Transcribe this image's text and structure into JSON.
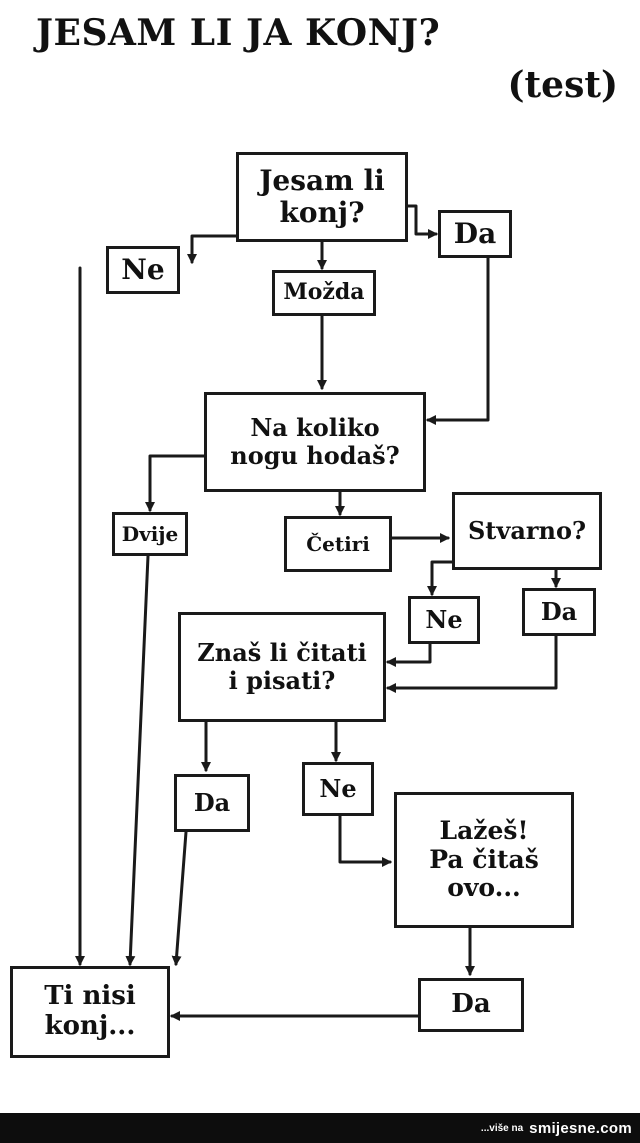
{
  "title": "JESAM LI JA KONJ?",
  "subtitle": "(test)",
  "nodes": {
    "jesam_li_konj": "Jesam li\nkonj?",
    "ne_1": "Ne",
    "da_1": "Da",
    "mozda": "Možda",
    "na_koliko_nogu": "Na koliko\nnogu hodaš?",
    "dvije": "Dvije",
    "cetiri": "Četiri",
    "stvarno": "Stvarno?",
    "ne_2": "Ne",
    "da_2": "Da",
    "znas_li_citati": "Znaš li čitati\ni pisati?",
    "da_3": "Da",
    "ne_3": "Ne",
    "lazes": "Lažeš!\nPa čitaš\novo...",
    "ti_nisi_konj": "Ti nisi\nkonj...",
    "da_4": "Da"
  },
  "footer": {
    "prefix": "...više na",
    "site": "smijesne.com"
  },
  "colors": {
    "ink": "#1a1a1a",
    "background": "#ffffff",
    "footer_bg": "#0d0d0d",
    "footer_text": "#ffffff"
  }
}
